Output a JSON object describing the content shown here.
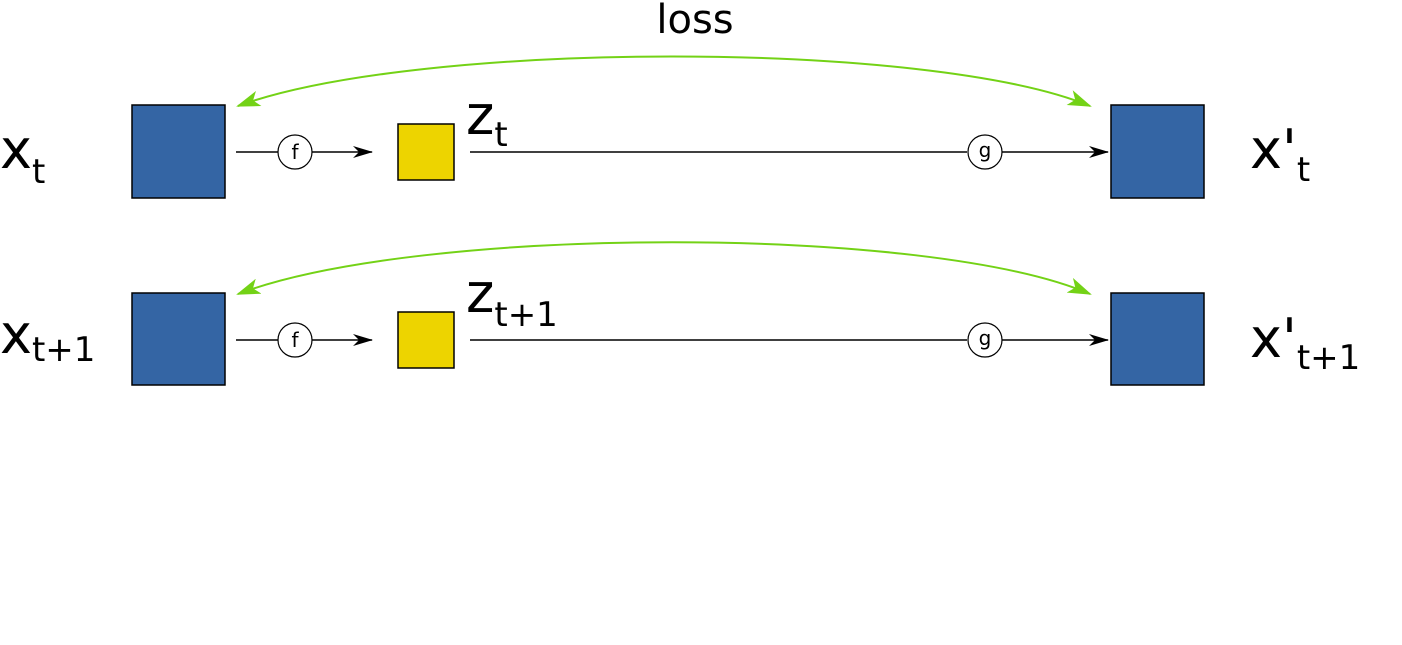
{
  "loss_label": "loss",
  "colors": {
    "input_box": "#3465a4",
    "latent_box": "#edd400",
    "loss_arrow": "#73d216",
    "stroke": "#000000"
  },
  "rows": [
    {
      "input_symbol": "x",
      "input_subscript": "t",
      "latent_symbol": "z",
      "latent_subscript": "t",
      "output_symbol": "x'",
      "output_subscript": "t",
      "encoder_label": "f",
      "decoder_label": "g"
    },
    {
      "input_symbol": "x",
      "input_subscript": "t+1",
      "latent_symbol": "z",
      "latent_subscript": "t+1",
      "output_symbol": "x'",
      "output_subscript": "t+1",
      "encoder_label": "f",
      "decoder_label": "g"
    }
  ]
}
